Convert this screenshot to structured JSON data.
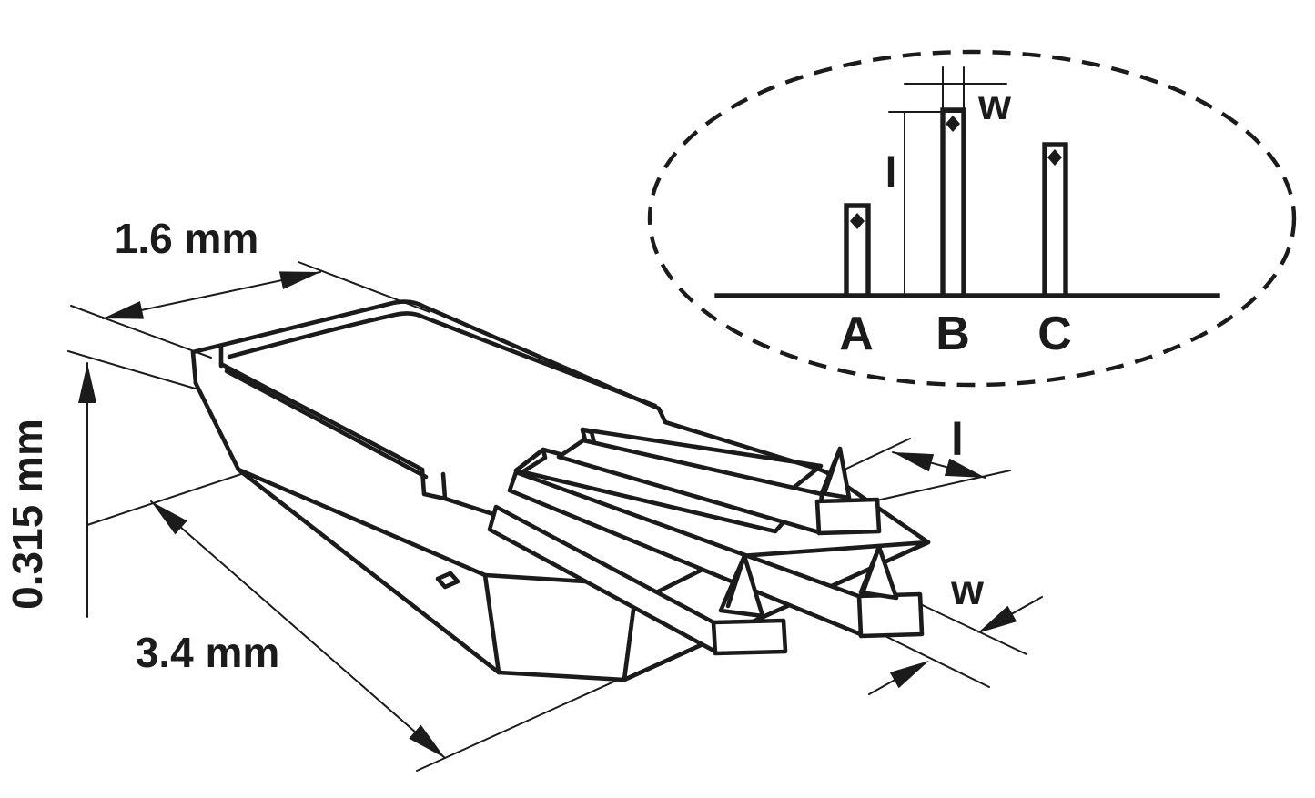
{
  "diagram": {
    "title_hint": "AFM cantilever chip schematic",
    "colors": {
      "ink": "#1b1b1b",
      "background": "#ffffff"
    },
    "chip_dimensions": {
      "width": "1.6 mm",
      "thickness": "0.315 mm",
      "length": "3.4 mm"
    },
    "cantilever_annotations": {
      "length": "l",
      "width": "w"
    },
    "inset": {
      "cantilevers": [
        {
          "label": "A",
          "relative_length": "short"
        },
        {
          "label": "B",
          "relative_length": "long"
        },
        {
          "label": "C",
          "relative_length": "medium"
        }
      ],
      "length_label": "l",
      "width_label": "w"
    }
  }
}
